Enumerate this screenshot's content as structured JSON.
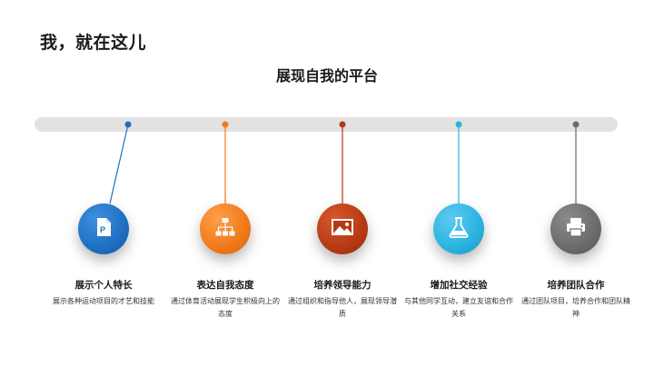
{
  "slide": {
    "title": "我，就在这儿",
    "subtitle": "展现自我的平台"
  },
  "items": [
    {
      "title": "展示个人特长",
      "desc": "展示各种运动项目的才艺和技能",
      "color": "#1f6fc2",
      "icon": "document-icon"
    },
    {
      "title": "表达自我态度",
      "desc": "通过体育活动展现学生积极向上的态度",
      "color": "#f07a1a",
      "icon": "hierarchy-icon"
    },
    {
      "title": "培养领导能力",
      "desc": "通过组织和指导他人，展现领导潜质",
      "color": "#b53a14",
      "icon": "image-icon"
    },
    {
      "title": "增加社交经验",
      "desc": "与其他同学互动，建立友谊和合作关系",
      "color": "#2bb3e0",
      "icon": "flask-icon"
    },
    {
      "title": "培养团队合作",
      "desc": "通过团队项目，培养合作和团队精神",
      "color": "#6b6b6b",
      "icon": "printer-icon"
    }
  ]
}
